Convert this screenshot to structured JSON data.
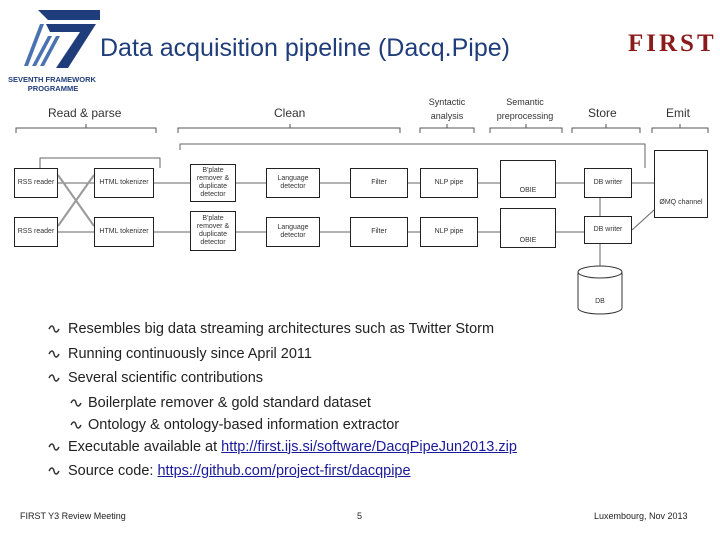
{
  "header": {
    "title": "Data acquisition pipeline (Dacq.Pipe)",
    "left_logo": {
      "line1": "SEVENTH FRAMEWORK",
      "line2": "PROGRAMME",
      "color": "#1f3d7a"
    },
    "right_logo": {
      "text": "FIRST",
      "color": "#8b1a1a"
    }
  },
  "stages": {
    "read_parse": "Read & parse",
    "clean": "Clean",
    "syntactic": "Syntactic analysis",
    "semantic": "Semantic preprocessing",
    "store": "Store",
    "emit": "Emit"
  },
  "diagram": {
    "rss1": "RSS reader",
    "rss2": "RSS reader",
    "html1": "HTML tokenizer",
    "html2": "HTML tokenizer",
    "bp1": "B'plate remover & duplicate detector",
    "bp2": "B'plate remover & duplicate detector",
    "lang1": "Language detector",
    "lang2": "Language detector",
    "filter1": "Filter",
    "filter2": "Filter",
    "nlp1": "NLP pipe",
    "nlp2": "NLP pipe",
    "obie1": "OBIE",
    "obie2": "OBIE",
    "dbw1": "DB writer",
    "dbw2": "DB writer",
    "zmq": "ØMQ channel",
    "db": "DB"
  },
  "bullets": [
    {
      "text": "Resembles big data streaming architectures such as Twitter Storm"
    },
    {
      "text": "Running continuously since April 2011"
    },
    {
      "text": "Several scientific contributions"
    }
  ],
  "subbullets": [
    {
      "text": "Boilerplate remover & gold standard dataset"
    },
    {
      "text": "Ontology & ontology-based information extractor"
    }
  ],
  "links": {
    "executable_prefix": "Executable available at ",
    "executable_url": "http://first.ijs.si/software/DacqPipeJun2013.zip",
    "source_prefix": "Source code: ",
    "source_url": "https://github.com/project-first/dacqpipe"
  },
  "footer": {
    "left": "FIRST Y3 Review Meeting",
    "page": "5",
    "right": "Luxembourg, Nov 2013"
  }
}
